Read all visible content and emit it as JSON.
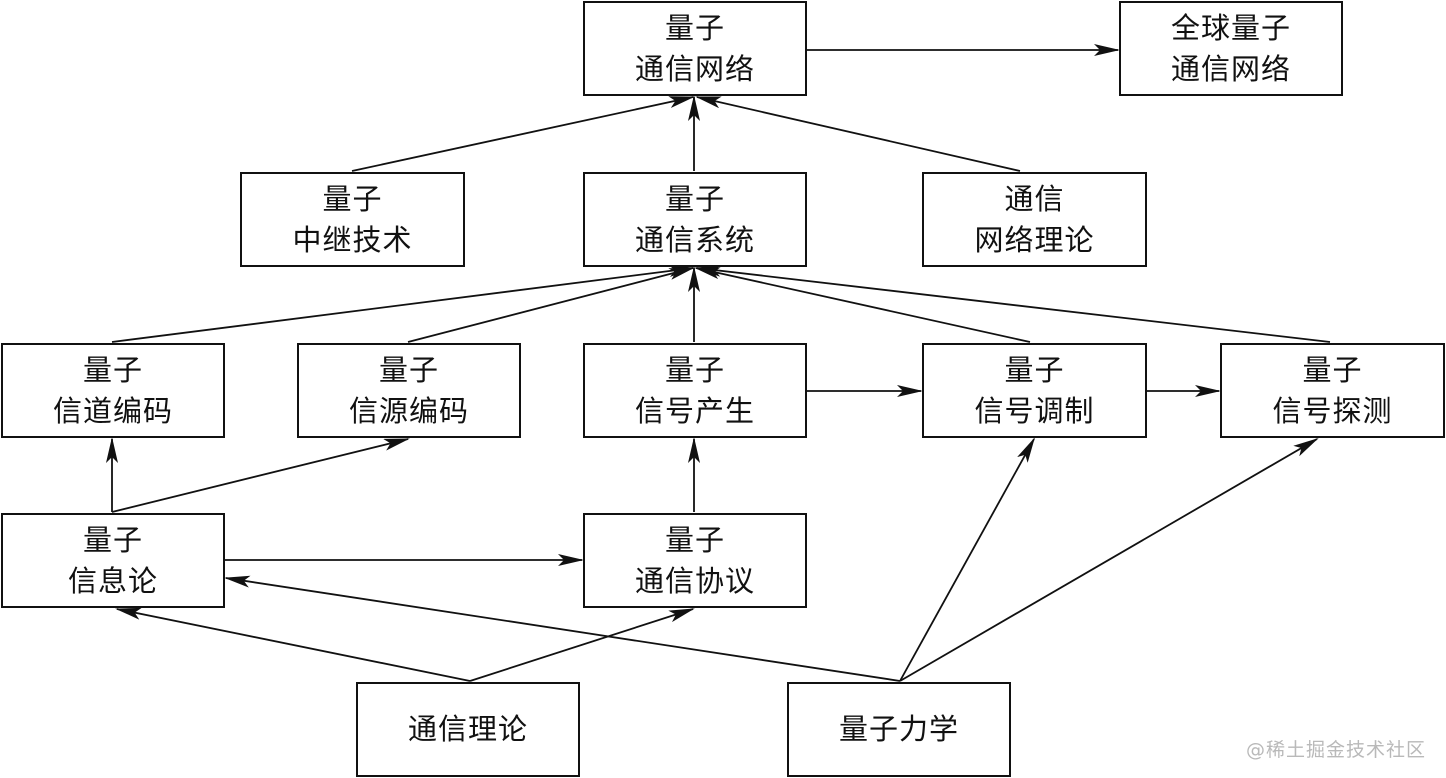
{
  "nodes": {
    "quantum_comm_network": {
      "line1": "量子",
      "line2": "通信网络"
    },
    "global_quantum_comm_network": {
      "line1": "全球量子",
      "line2": "通信网络"
    },
    "quantum_relay_tech": {
      "line1": "量子",
      "line2": "中继技术"
    },
    "quantum_comm_system": {
      "line1": "量子",
      "line2": "通信系统"
    },
    "comm_network_theory": {
      "line1": "通信",
      "line2": "网络理论"
    },
    "quantum_channel_coding": {
      "line1": "量子",
      "line2": "信道编码"
    },
    "quantum_source_coding": {
      "line1": "量子",
      "line2": "信源编码"
    },
    "quantum_signal_generation": {
      "line1": "量子",
      "line2": "信号产生"
    },
    "quantum_signal_modulation": {
      "line1": "量子",
      "line2": "信号调制"
    },
    "quantum_signal_detection": {
      "line1": "量子",
      "line2": "信号探测"
    },
    "quantum_info_theory": {
      "line1": "量子",
      "line2": "信息论"
    },
    "quantum_comm_protocol": {
      "line1": "量子",
      "line2": "通信协议"
    },
    "comm_theory": {
      "line1": "通信理论"
    },
    "quantum_mechanics": {
      "line1": "量子力学"
    }
  },
  "edges": [
    {
      "from": "quantum_comm_network",
      "to": "global_quantum_comm_network"
    },
    {
      "from": "quantum_relay_tech",
      "to": "quantum_comm_network"
    },
    {
      "from": "quantum_comm_system",
      "to": "quantum_comm_network"
    },
    {
      "from": "comm_network_theory",
      "to": "quantum_comm_network"
    },
    {
      "from": "quantum_channel_coding",
      "to": "quantum_comm_system"
    },
    {
      "from": "quantum_source_coding",
      "to": "quantum_comm_system"
    },
    {
      "from": "quantum_signal_generation",
      "to": "quantum_comm_system"
    },
    {
      "from": "quantum_signal_modulation",
      "to": "quantum_comm_system"
    },
    {
      "from": "quantum_signal_detection",
      "to": "quantum_comm_system"
    },
    {
      "from": "quantum_signal_generation",
      "to": "quantum_signal_modulation"
    },
    {
      "from": "quantum_signal_modulation",
      "to": "quantum_signal_detection"
    },
    {
      "from": "quantum_info_theory",
      "to": "quantum_channel_coding"
    },
    {
      "from": "quantum_info_theory",
      "to": "quantum_source_coding"
    },
    {
      "from": "quantum_info_theory",
      "to": "quantum_comm_protocol"
    },
    {
      "from": "quantum_comm_protocol",
      "to": "quantum_signal_generation"
    },
    {
      "from": "comm_theory",
      "to": "quantum_info_theory"
    },
    {
      "from": "comm_theory",
      "to": "quantum_comm_protocol"
    },
    {
      "from": "quantum_mechanics",
      "to": "quantum_info_theory"
    },
    {
      "from": "quantum_mechanics",
      "to": "quantum_signal_modulation"
    },
    {
      "from": "quantum_mechanics",
      "to": "quantum_signal_detection"
    }
  ],
  "watermark": "@稀土掘金技术社区",
  "colors": {
    "stroke": "#111111",
    "background": "#ffffff",
    "watermark": "#b9b9b9"
  }
}
